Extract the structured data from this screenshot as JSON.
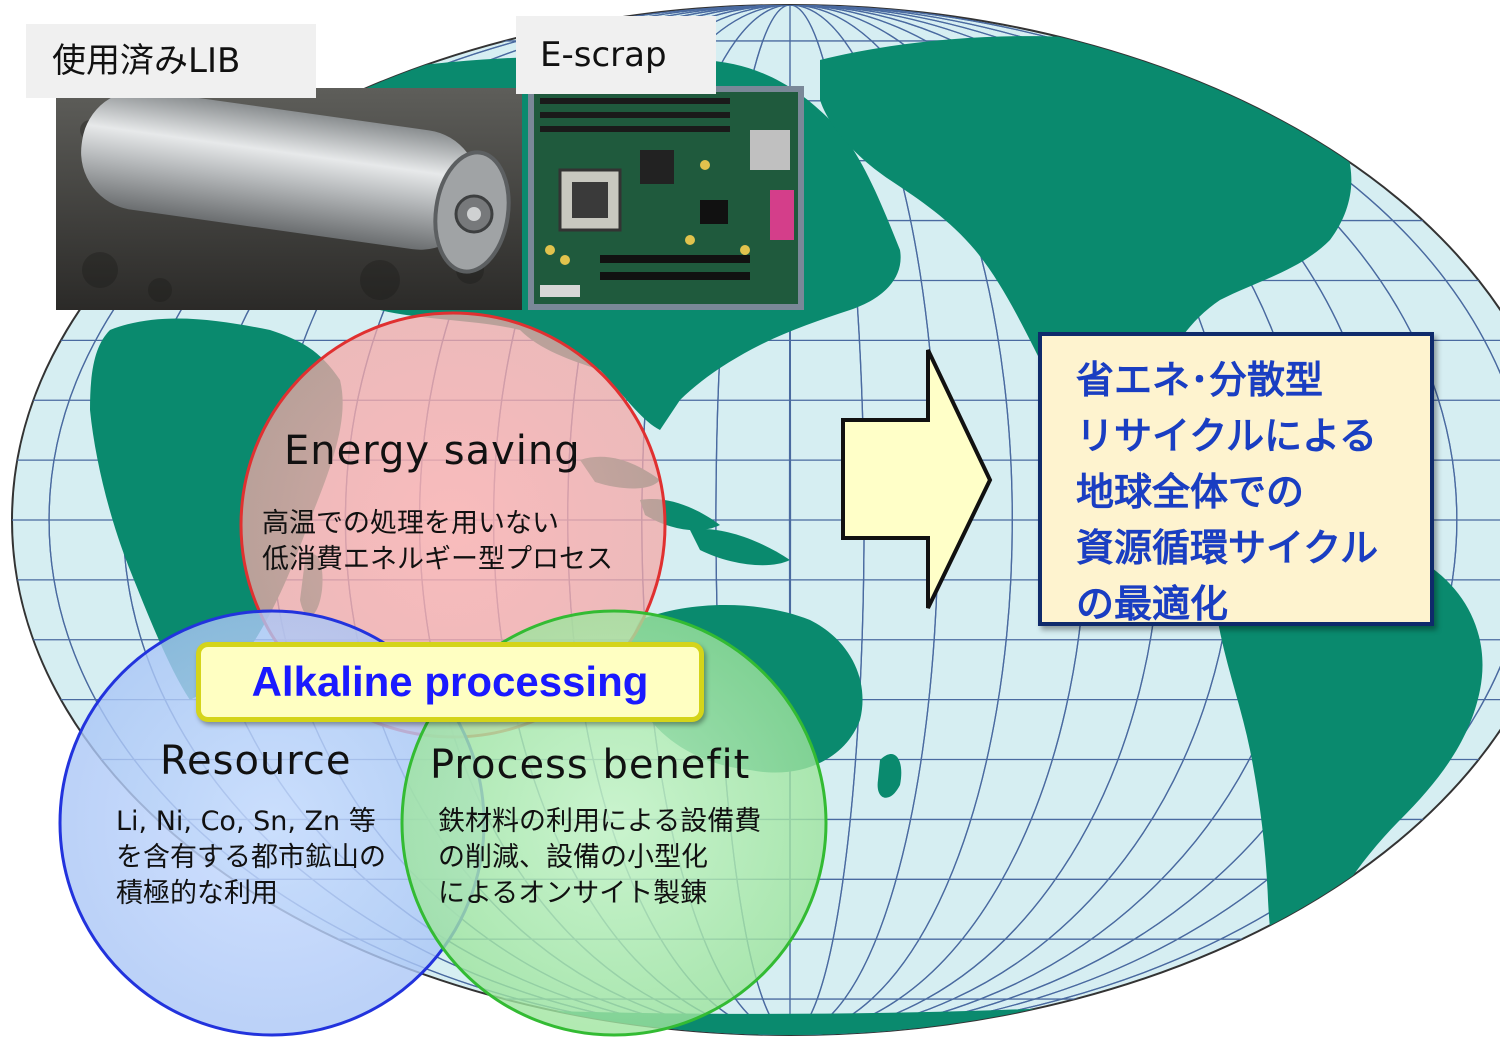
{
  "photos": {
    "lib_label": "使用済みLIB",
    "escrap_label": "E-scrap"
  },
  "venn": {
    "energy": {
      "title": "Energy saving",
      "body": "高温での処理を用いない\n低消費エネルギー型プロセス",
      "color": "#e03030"
    },
    "resource": {
      "title": "Resource",
      "body": "Li, Ni, Co, Sn, Zn 等\nを含有する都市鉱山の\n積極的な利用",
      "color": "#2233dd"
    },
    "process": {
      "title": "Process benefit",
      "body": "鉄材料の利用による設備費\nの削減、設備の小型化\nによるオンサイト製錬",
      "color": "#33bb33"
    },
    "center_label": "Alkaline processing"
  },
  "goal": {
    "lines": [
      "省エネ･分散型",
      "リサイクルによる",
      "地球全体での",
      "資源循環サイクル",
      "の最適化"
    ]
  },
  "colors": {
    "ocean": "#d6eef2",
    "land": "#0a8a6e",
    "grid": "#4a6aa0",
    "arrow_fill": "#ffffc8"
  }
}
